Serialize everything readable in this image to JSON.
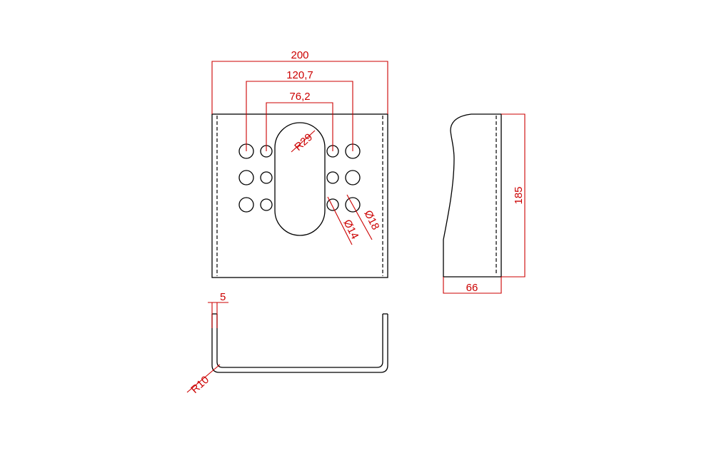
{
  "colors": {
    "outline": "#000000",
    "dimension": "#cc0000",
    "background": "#ffffff"
  },
  "dimensions": {
    "overall_width": "200",
    "outer_hole_spacing": "120,7",
    "inner_hole_spacing": "76,2",
    "slot_radius": "R29",
    "small_hole_diameter": "Ø14",
    "large_hole_diameter": "Ø18",
    "height": "185",
    "depth": "66",
    "thickness": "5",
    "bend_radius": "R10"
  }
}
